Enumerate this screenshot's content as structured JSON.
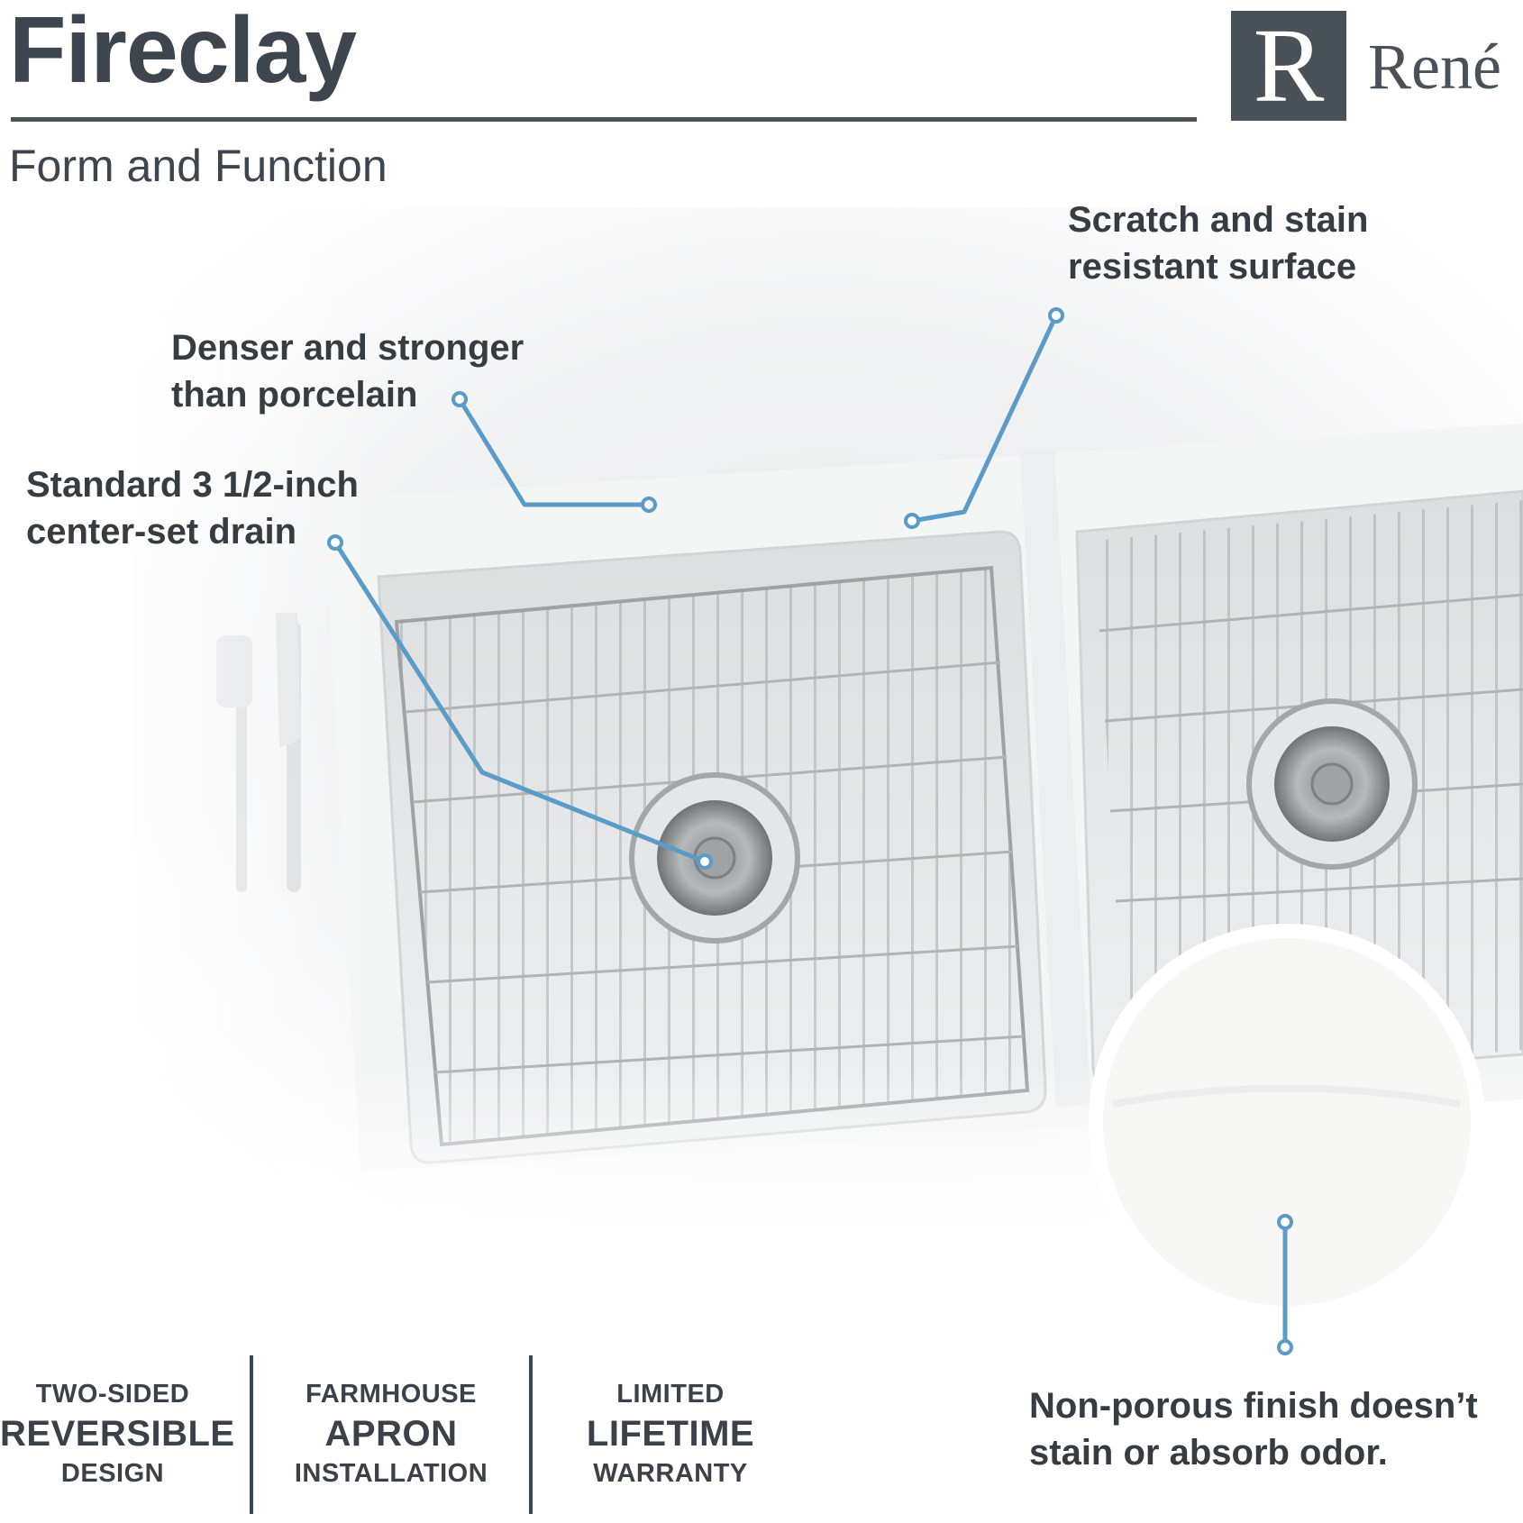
{
  "header": {
    "title": "Fireclay",
    "subtitle": "Form and Function"
  },
  "logo": {
    "letter": "R",
    "name": "René"
  },
  "callouts": {
    "scratch": {
      "line1": "Scratch and stain",
      "line2": "resistant surface"
    },
    "denser": {
      "line1": "Denser and stronger",
      "line2": "than porcelain"
    },
    "drain": {
      "line1": "Standard 3 1/2-inch",
      "line2": "center-set drain"
    },
    "nonporous": {
      "line1": "Non-porous finish doesn’t",
      "line2": "stain or absorb odor."
    }
  },
  "features": [
    {
      "top": "TWO-SIDED",
      "big": "REVERSIBLE",
      "bottom": "DESIGN"
    },
    {
      "top": "FARMHOUSE",
      "big": "APRON",
      "bottom": "INSTALLATION"
    },
    {
      "top": "LIMITED",
      "big": "LIFETIME",
      "bottom": "WARRANTY"
    }
  ],
  "colors": {
    "accent": "#5a9bc8",
    "heading": "#3d464e",
    "logo_bg": "#4a5259"
  }
}
